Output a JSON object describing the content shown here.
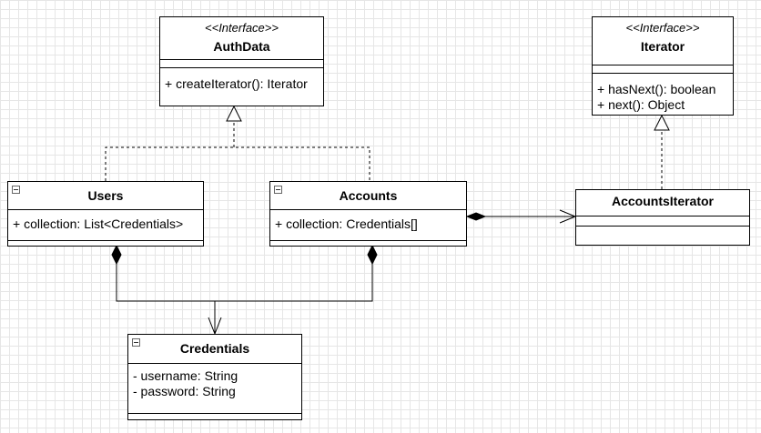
{
  "classes": {
    "authdata": {
      "stereotype": "<<Interface>>",
      "name": "AuthData",
      "methods": [
        "+ createIterator(): Iterator"
      ]
    },
    "iterator": {
      "stereotype": "<<Interface>>",
      "name": "Iterator",
      "methods": [
        "+ hasNext(): boolean",
        "+ next(): Object"
      ]
    },
    "users": {
      "name": "Users",
      "attributes": [
        "+ collection: List<Credentials>"
      ]
    },
    "accounts": {
      "name": "Accounts",
      "attributes": [
        "+ collection: Credentials[]"
      ]
    },
    "accountsiterator": {
      "name": "AccountsIterator"
    },
    "credentials": {
      "name": "Credentials",
      "attributes": [
        "- username: String",
        "- password: String"
      ]
    }
  },
  "relations": [
    {
      "from": "Users",
      "to": "AuthData",
      "kind": "realization"
    },
    {
      "from": "Accounts",
      "to": "AuthData",
      "kind": "realization"
    },
    {
      "from": "AccountsIterator",
      "to": "Iterator",
      "kind": "realization"
    },
    {
      "from": "Accounts",
      "to": "AccountsIterator",
      "kind": "composition"
    },
    {
      "from": "Users",
      "to": "Credentials",
      "kind": "composition"
    },
    {
      "from": "Accounts",
      "to": "Credentials",
      "kind": "composition"
    }
  ]
}
